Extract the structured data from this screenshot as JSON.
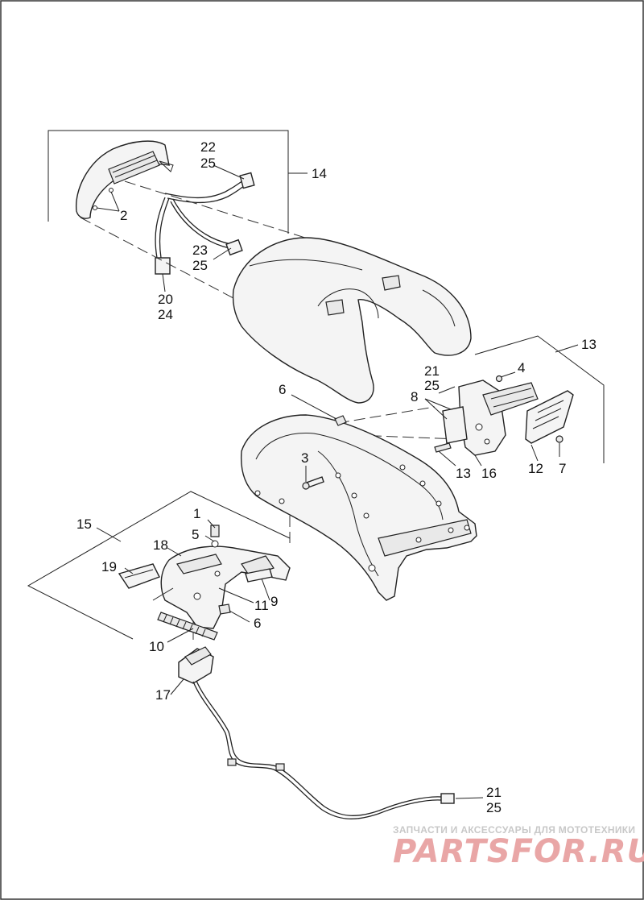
{
  "callouts": {
    "c1": "1",
    "c2": "2",
    "c3": "3",
    "c4": "4",
    "c5": "5",
    "c6a": "6",
    "c6b": "6",
    "c7": "7",
    "c8": "8",
    "c9": "9",
    "c10": "10",
    "c11": "11",
    "c12": "12",
    "c13a": "13",
    "c13b": "13",
    "c14": "14",
    "c15": "15",
    "c16": "16",
    "c17": "17",
    "c18": "18",
    "c19": "19",
    "c20": "20",
    "c21a": "21",
    "c21b": "21",
    "c22": "22",
    "c23": "23",
    "c24": "24",
    "c25a": "25",
    "c25b": "25",
    "c25c": "25",
    "c25d": "25"
  },
  "watermark": {
    "tagline": "ЗАПЧАСТИ И АКСЕССУАРЫ ДЛЯ МОТОТЕХНИКИ",
    "brand": "PARTSFOR.RU",
    "colors": {
      "brand": "#e9a6a6",
      "tagline": "#c8c8c8"
    }
  }
}
